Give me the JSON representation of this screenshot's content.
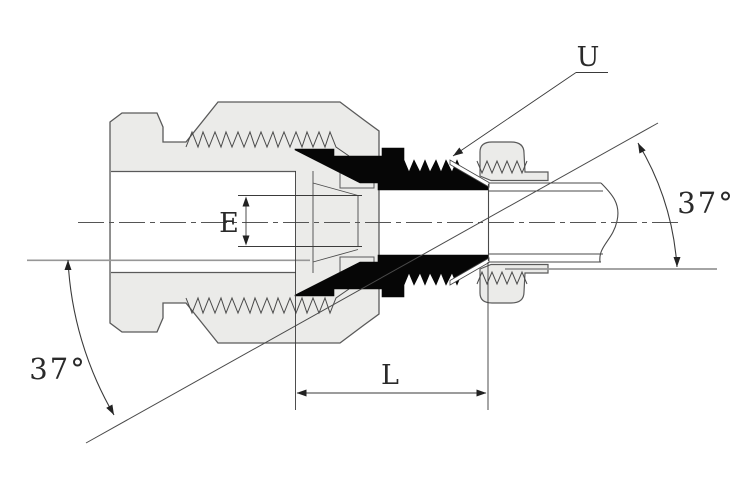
{
  "diagram": {
    "type": "technical-drawing",
    "subject": "37-degree flare tube fitting cross-section",
    "labels": {
      "dimension_u": "U",
      "dimension_e": "E",
      "dimension_l": "L",
      "flare_angle_left": "37°",
      "flare_angle_right": "37°"
    },
    "colors": {
      "background": "#ffffff",
      "nut_fill": "#ebebe9",
      "body_fill": "#060606",
      "outline": "#5a5a5a",
      "dimension_line": "#3a3a3a",
      "reference_line": "#979797"
    }
  }
}
